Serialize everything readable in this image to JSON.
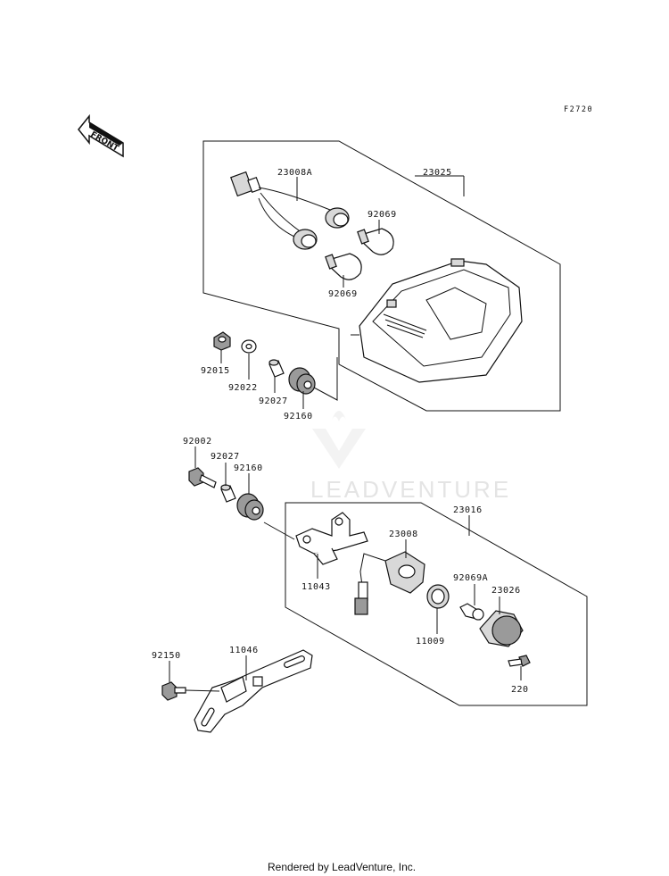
{
  "diagram": {
    "code": "F2720",
    "front_label": "FRONT",
    "watermark": "LEADVENTURE",
    "footer": "Rendered by LeadVenture, Inc.",
    "parts": {
      "p23008A": "23008A",
      "p23025": "23025",
      "p92069_top": "92069",
      "p92069_bottom": "92069",
      "p92015": "92015",
      "p92022": "92022",
      "p92027_upper": "92027",
      "p92160_upper": "92160",
      "p92002": "92002",
      "p92027_lower": "92027",
      "p92160_lower": "92160",
      "p23016": "23016",
      "p23008": "23008",
      "p11043": "11043",
      "p92069A": "92069A",
      "p23026": "23026",
      "p11009": "11009",
      "p220": "220",
      "p92150": "92150",
      "p11046": "11046"
    }
  }
}
